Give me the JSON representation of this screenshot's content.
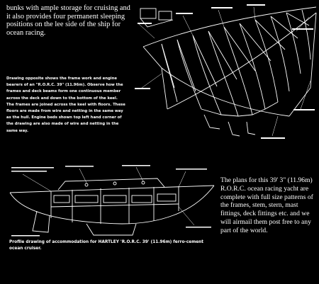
{
  "intro": {
    "text": "bunks with ample storage for cruising and it also provides four permanent sleeping positions on the lee side of the ship for ocean racing."
  },
  "frame_description": {
    "text": "Drawing opposite shows the frame work and engine bearers of an \"R.O.R.C. 39\" (11.96m). Observe how the frames and deck beams form one continuous member across the deck and down to the bottom of the keel. The frames are joined across the keel with floors. These floors are made from wire and netting in the same way as the hull. Engine beds shown top left hand corner of the drawing are also made of wire and netting in the same way."
  },
  "plans_text": {
    "text": "The plans for this 39' 3\" (11.96m) R.O.R.C. ocean racing yacht are complete with full size patterns of the frames, stem, stern, mast fittings, deck fittings etc. and we will airmail them post free to any part of the world."
  },
  "caption": {
    "text": "Profile drawing of accommodation for HARTLEY 'R.O.R.C. 39' (11.96m) ferro-cement ocean cruiser."
  },
  "colors": {
    "background": "#000000",
    "ink": "#ffffff"
  },
  "illustrations": [
    {
      "name": "frame-work-drawing",
      "label_style": "small annotation labels (illegible at this scale)"
    },
    {
      "name": "accommodation-profile-drawing",
      "label_style": "small annotation labels (illegible at this scale)"
    }
  ]
}
